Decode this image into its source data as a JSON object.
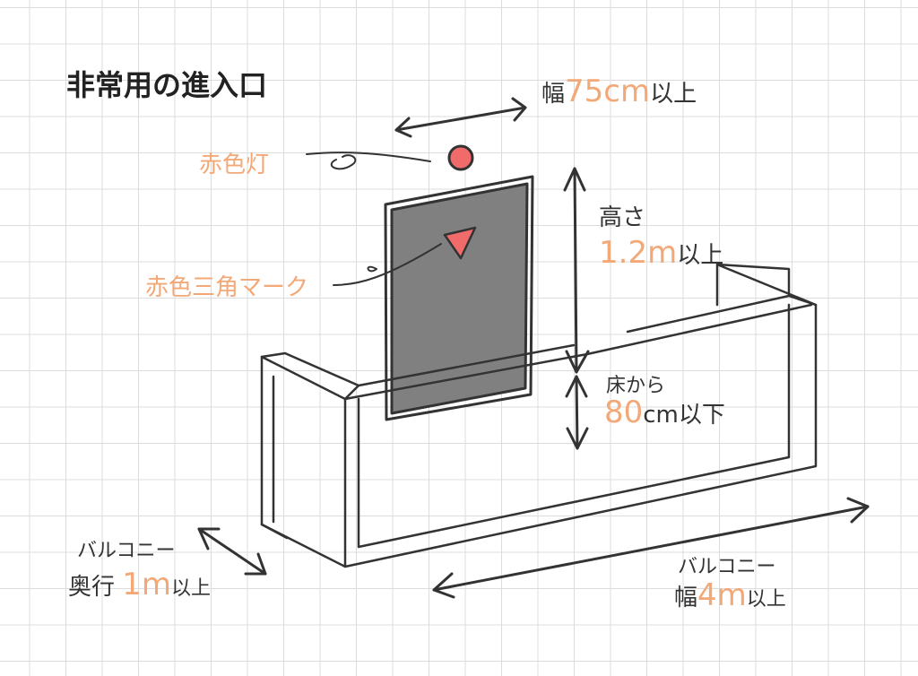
{
  "title": "非常用の進入口",
  "width_label": {
    "prefix": "幅",
    "value": "75cm",
    "suffix": "以上"
  },
  "red_light_label": "赤色灯",
  "triangle_label": "赤色三角マーク",
  "height_label": {
    "prefix": "高さ",
    "value": "1.2m",
    "suffix": "以上"
  },
  "floor_label": {
    "prefix": "床から",
    "value": "80",
    "unit_suffix": "cm以下"
  },
  "depth_label": {
    "line1": "バルコニー",
    "prefix": "奥行",
    "value": "1m",
    "suffix": "以上"
  },
  "balcony_width_label": {
    "line1": "バルコニー",
    "prefix": "幅",
    "value": "4m",
    "suffix": "以上"
  },
  "colors": {
    "accent": "#f2a877",
    "red": "#f26b6b",
    "window": "#808080",
    "ink": "#333333"
  }
}
